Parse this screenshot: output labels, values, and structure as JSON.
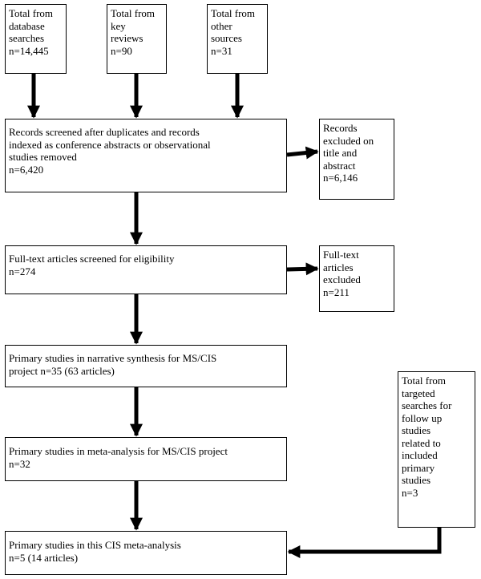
{
  "boxes": {
    "database_searches": [
      "Total from",
      "database",
      "searches",
      "n=14,445"
    ],
    "key_reviews": [
      "Total from",
      "key",
      "reviews",
      "n=90"
    ],
    "other_sources": [
      "Total from",
      "other",
      "sources",
      "n=31"
    ],
    "records_screened": [
      "Records screened after duplicates and records",
      "indexed as conference abstracts or observational",
      "studies removed",
      "n=6,420"
    ],
    "records_excluded": [
      "Records",
      "excluded on",
      "title and",
      "abstract",
      "n=6,146"
    ],
    "fulltext_screened": [
      "Full-text articles screened for eligibility",
      "n=274"
    ],
    "fulltext_excluded": [
      "Full-text",
      "articles",
      "excluded",
      "n=211"
    ],
    "narrative_synthesis": [
      "Primary studies in narrative synthesis for MS/CIS",
      "project n=35 (63 articles)"
    ],
    "meta_analysis_ms_cis": [
      "Primary studies in meta-analysis for MS/CIS project",
      "n=32"
    ],
    "targeted_searches": [
      "Total from",
      "targeted",
      "searches for",
      "follow up",
      "studies",
      "related to",
      "included",
      "primary",
      "studies",
      "n=3"
    ],
    "cis_meta_analysis": [
      "Primary studies in this CIS meta-analysis",
      "n=5 (14 articles)"
    ]
  }
}
